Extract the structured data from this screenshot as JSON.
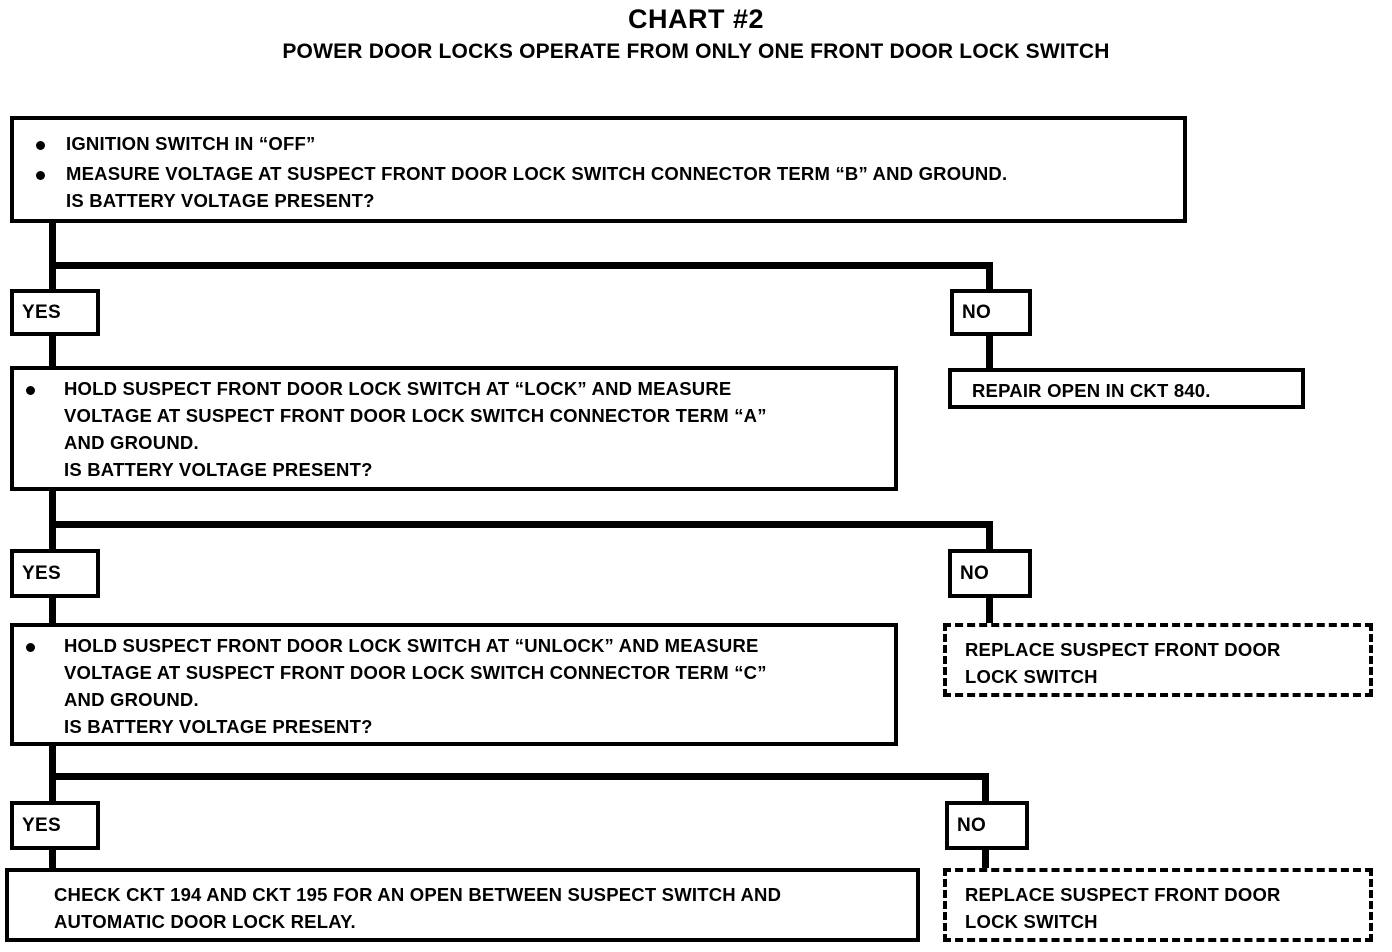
{
  "chart": {
    "title": "CHART #2",
    "subtitle": "POWER DOOR LOCKS OPERATE FROM ONLY ONE FRONT DOOR LOCK SWITCH"
  },
  "chart_data": {
    "type": "diagram",
    "diagram_kind": "troubleshooting-flowchart",
    "title": "CHART #2",
    "subtitle": "POWER DOOR LOCKS OPERATE FROM ONLY ONE FRONT DOOR LOCK SWITCH",
    "branch_labels": [
      "YES",
      "NO"
    ],
    "nodes": [
      {
        "id": "step1",
        "kind": "test-box",
        "style": "solid",
        "bullets": true,
        "lines": [
          "IGNITION SWITCH IN “OFF”",
          "MEASURE VOLTAGE AT SUSPECT FRONT DOOR LOCK SWITCH CONNECTOR TERM “B” AND GROUND.",
          "IS BATTERY VOLTAGE PRESENT?"
        ]
      },
      {
        "id": "step1-no-result",
        "kind": "action-box",
        "style": "solid",
        "lines": [
          "REPAIR OPEN IN CKT 840."
        ]
      },
      {
        "id": "step2",
        "kind": "test-box",
        "style": "solid",
        "bullets": true,
        "lines": [
          "HOLD SUSPECT FRONT DOOR LOCK SWITCH AT “LOCK” AND MEASURE",
          "VOLTAGE AT SUSPECT FRONT DOOR LOCK SWITCH CONNECTOR TERM “A”",
          "AND GROUND.",
          "IS BATTERY VOLTAGE PRESENT?"
        ]
      },
      {
        "id": "step2-no-result",
        "kind": "action-box",
        "style": "dashed",
        "lines": [
          "REPLACE SUSPECT FRONT DOOR",
          "LOCK SWITCH"
        ]
      },
      {
        "id": "step3",
        "kind": "test-box",
        "style": "solid",
        "bullets": true,
        "lines": [
          "HOLD SUSPECT FRONT DOOR LOCK SWITCH AT “UNLOCK” AND MEASURE",
          "VOLTAGE AT SUSPECT FRONT DOOR LOCK SWITCH CONNECTOR TERM “C”",
          "AND GROUND.",
          "IS BATTERY VOLTAGE PRESENT?"
        ]
      },
      {
        "id": "step3-no-result",
        "kind": "action-box",
        "style": "dashed",
        "lines": [
          "REPLACE SUSPECT FRONT DOOR",
          "LOCK SWITCH"
        ]
      },
      {
        "id": "step3-yes-result",
        "kind": "action-box",
        "style": "solid",
        "lines": [
          "CHECK CKT 194 AND CKT 195 FOR AN OPEN BETWEEN SUSPECT SWITCH AND",
          "AUTOMATIC DOOR LOCK RELAY."
        ]
      }
    ]
  },
  "step1": {
    "bullet1": "IGNITION SWITCH IN “OFF”",
    "bullet2_line1": "MEASURE VOLTAGE AT SUSPECT FRONT DOOR LOCK SWITCH CONNECTOR TERM “B” AND GROUND.",
    "bullet2_line2": "IS BATTERY VOLTAGE PRESENT?"
  },
  "branch1": {
    "yes": "YES",
    "no": "NO"
  },
  "repair_box": {
    "line1": "REPAIR OPEN IN CKT 840."
  },
  "step2": {
    "line1": "HOLD SUSPECT FRONT DOOR LOCK SWITCH AT “LOCK” AND MEASURE",
    "line2": "VOLTAGE AT SUSPECT FRONT DOOR LOCK SWITCH CONNECTOR TERM “A”",
    "line3": "AND GROUND.",
    "line4": "IS BATTERY VOLTAGE PRESENT?"
  },
  "branch2": {
    "yes": "YES",
    "no": "NO"
  },
  "replace_box_1": {
    "line1": "REPLACE SUSPECT FRONT DOOR",
    "line2": "LOCK SWITCH"
  },
  "step3": {
    "line1": "HOLD SUSPECT FRONT DOOR LOCK SWITCH AT “UNLOCK” AND MEASURE",
    "line2": "VOLTAGE AT SUSPECT FRONT DOOR LOCK SWITCH CONNECTOR TERM “C”",
    "line3": "AND GROUND.",
    "line4": "IS BATTERY VOLTAGE PRESENT?"
  },
  "branch3": {
    "yes": "YES",
    "no": "NO"
  },
  "replace_box_2": {
    "line1": "REPLACE SUSPECT FRONT DOOR",
    "line2": "LOCK SWITCH"
  },
  "check_box": {
    "line1": "CHECK CKT 194 AND CKT 195 FOR AN OPEN BETWEEN SUSPECT SWITCH AND",
    "line2": "AUTOMATIC DOOR LOCK RELAY."
  },
  "colors": {
    "ink": "#000000",
    "paper": "#ffffff"
  }
}
